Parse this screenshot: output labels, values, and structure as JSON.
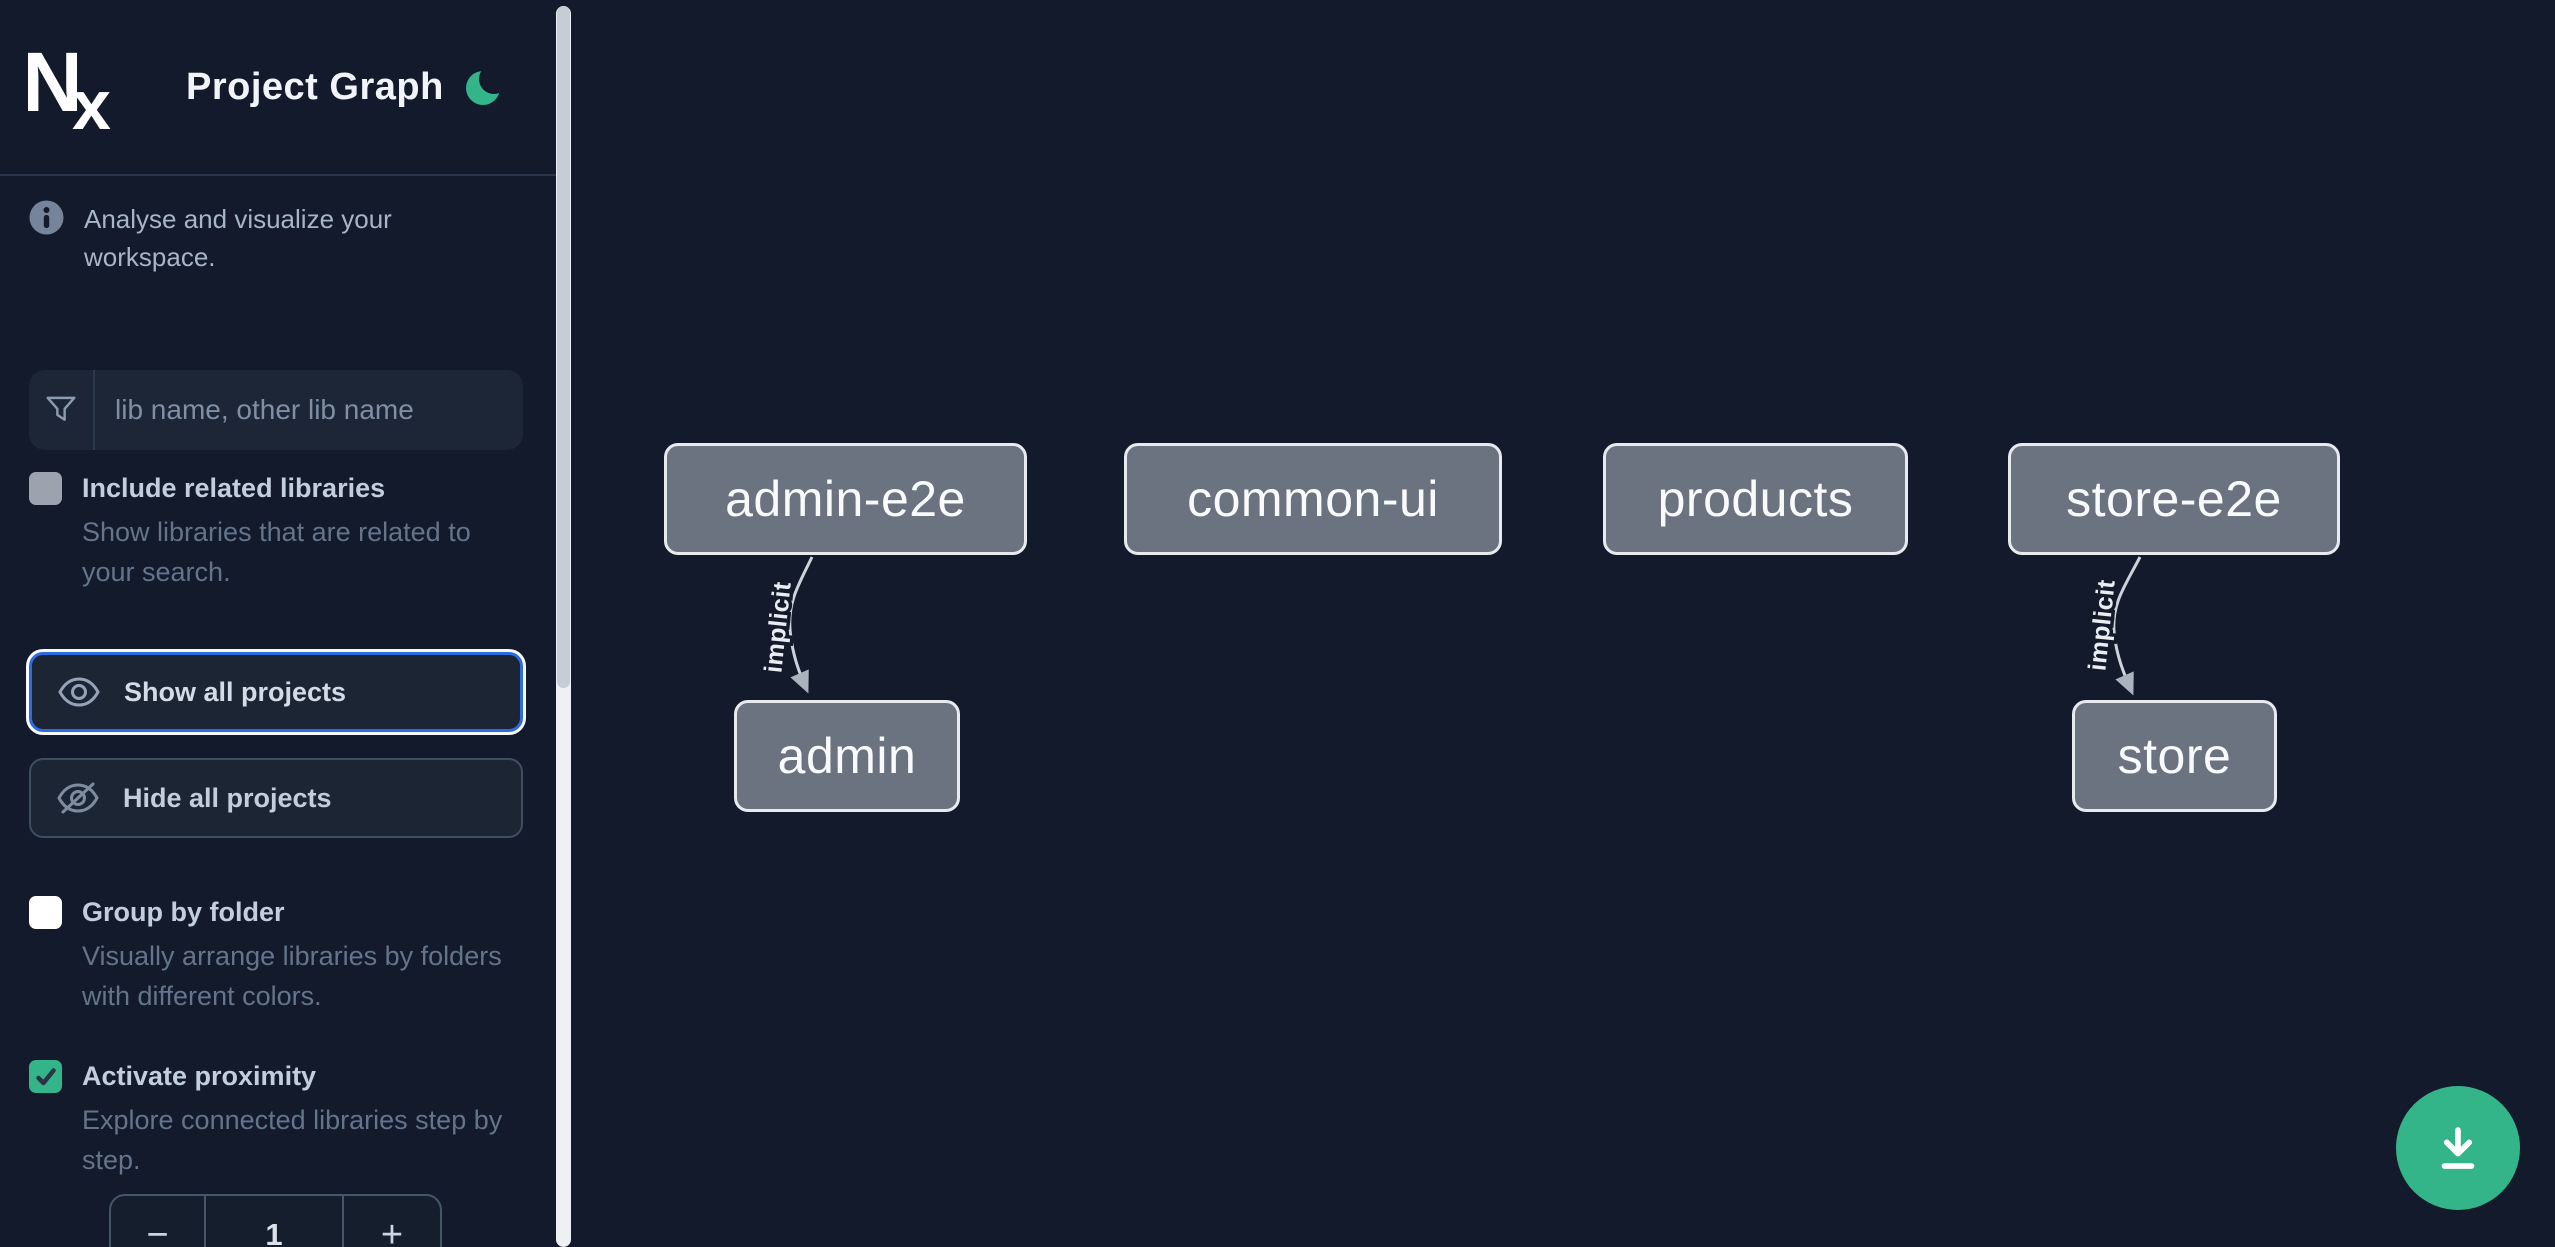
{
  "app": {
    "name": "Nx",
    "title": "Project Graph",
    "theme_toggle_icon": "moon-icon"
  },
  "sidebar": {
    "tagline": "Analyse and visualize your workspace.",
    "filter": {
      "icon": "funnel-icon",
      "placeholder": "lib name, other lib name",
      "value": ""
    },
    "checkboxes": [
      {
        "label": "Include related libraries",
        "description": "Show libraries that are related to your search.",
        "checked": false,
        "enabled": false
      },
      {
        "label": "Group by folder",
        "description": "Visually arrange libraries by folders with different colors.",
        "checked": false,
        "enabled": true
      },
      {
        "label": "Activate proximity",
        "description": "Explore connected libraries step by step.",
        "checked": true,
        "enabled": true
      }
    ],
    "buttons": [
      {
        "label": "Show all projects",
        "icon": "eye-icon",
        "focused": true
      },
      {
        "label": "Hide all projects",
        "icon": "eye-off-icon",
        "focused": false
      }
    ],
    "stepper": {
      "decrement": "−",
      "value": "1",
      "increment": "+"
    }
  },
  "graph": {
    "nodes": [
      {
        "id": "admin-e2e",
        "label": "admin-e2e"
      },
      {
        "id": "common-ui",
        "label": "common-ui"
      },
      {
        "id": "products",
        "label": "products"
      },
      {
        "id": "store-e2e",
        "label": "store-e2e"
      },
      {
        "id": "admin",
        "label": "admin"
      },
      {
        "id": "store",
        "label": "store"
      }
    ],
    "edges": [
      {
        "source": "admin-e2e",
        "target": "admin",
        "label": "implicit",
        "type": "implicit"
      },
      {
        "source": "store-e2e",
        "target": "store",
        "label": "implicit",
        "type": "implicit"
      }
    ]
  },
  "fab": {
    "icon": "download-icon"
  },
  "colors": {
    "background": "#121a2b",
    "accent_green": "#34b489",
    "focus_blue": "#2f6be0",
    "node_fill": "#6b7280",
    "node_border": "#e7eaee",
    "edge": "#cdd3da"
  }
}
